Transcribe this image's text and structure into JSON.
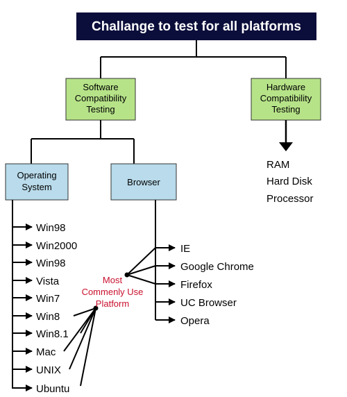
{
  "title": "Challange to test for all platforms",
  "software_box": {
    "lines": [
      "Software",
      "Compatibility",
      "Testing"
    ]
  },
  "hardware_box": {
    "lines": [
      "Hardware",
      "Compatibility",
      "Testing"
    ]
  },
  "hardware_items": [
    "RAM",
    "Hard Disk",
    "Processor"
  ],
  "os_box": {
    "lines": [
      "Operating",
      "System"
    ]
  },
  "browser_box": {
    "lines": [
      "Browser"
    ]
  },
  "os_items": [
    "Win98",
    "Win2000",
    "Win98",
    "Vista",
    "Win7",
    "Win8",
    "Win8.1",
    "Mac",
    "UNIX",
    "Ubuntu"
  ],
  "browser_items": [
    "IE",
    "Google Chrome",
    "Firefox",
    "UC Browser",
    "Opera"
  ],
  "annotation": {
    "lines": [
      "Most",
      "Commenly Use",
      "Platform"
    ]
  },
  "colors": {
    "title_bg": "#0b0d3a",
    "title_text": "#ffffff",
    "green_box": "#b6e388",
    "blue_box": "#b9dbeb",
    "annotation_text": "#c8102e",
    "line": "#000000"
  }
}
